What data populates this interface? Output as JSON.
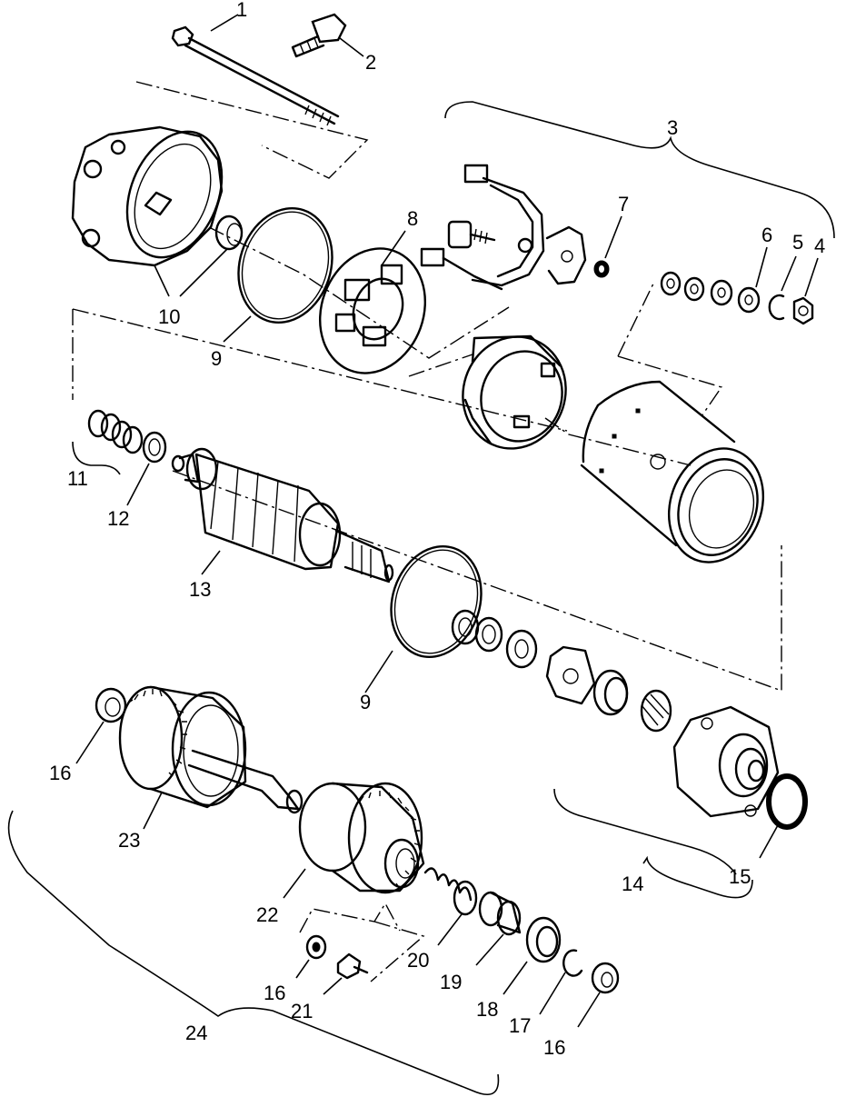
{
  "callouts": {
    "c1": "1",
    "c2": "2",
    "c3": "3",
    "c4": "4",
    "c5": "5",
    "c6": "6",
    "c7": "7",
    "c8": "8",
    "c9a": "9",
    "c9b": "9",
    "c10": "10",
    "c11": "11",
    "c12": "12",
    "c13": "13",
    "c14": "14",
    "c15": "15",
    "c16a": "16",
    "c16b": "16",
    "c16c": "16",
    "c17": "17",
    "c18": "18",
    "c19": "19",
    "c20": "20",
    "c21": "21",
    "c22": "22",
    "c23": "23",
    "c24": "24"
  }
}
